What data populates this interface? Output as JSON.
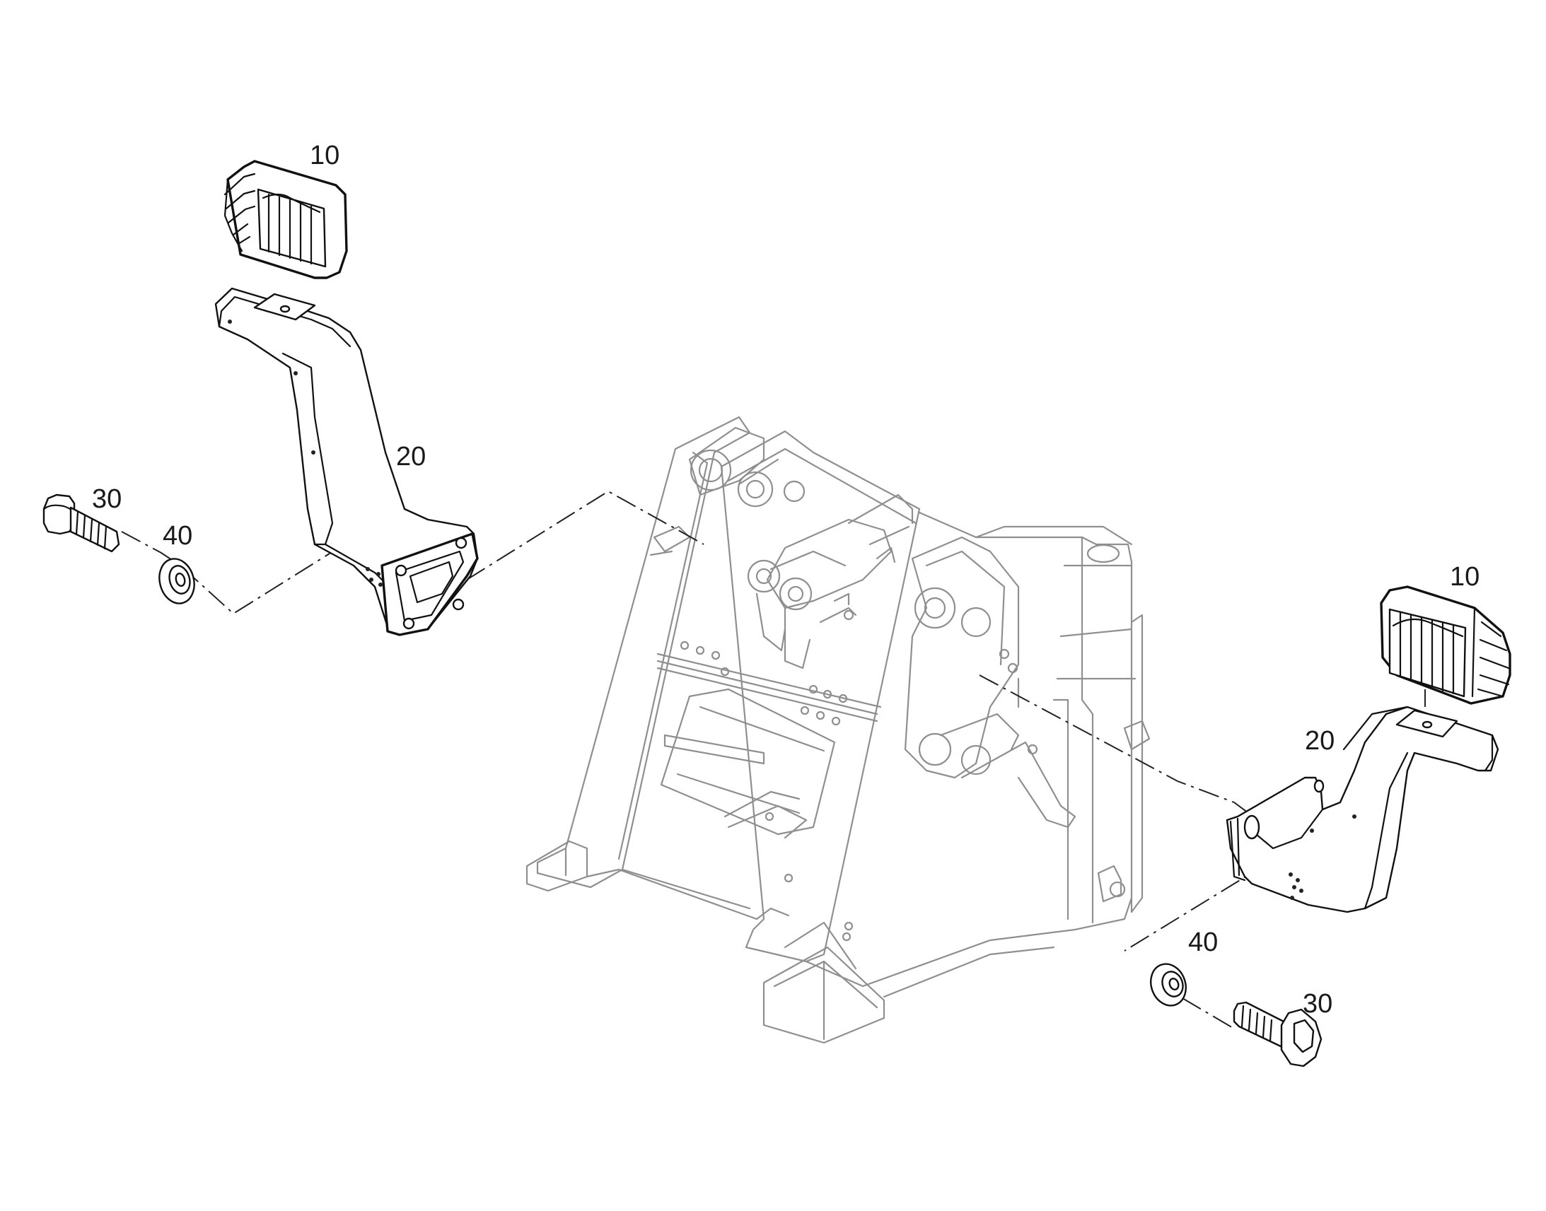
{
  "callouts": {
    "left_light": "10",
    "left_bracket": "20",
    "left_bolt": "30",
    "left_washer": "40",
    "right_light": "10",
    "right_bracket": "20",
    "right_washer": "40",
    "right_bolt": "30"
  },
  "colors": {
    "background": "#ffffff",
    "part_outline": "#111111",
    "frame_outline": "#8f8f8f"
  }
}
